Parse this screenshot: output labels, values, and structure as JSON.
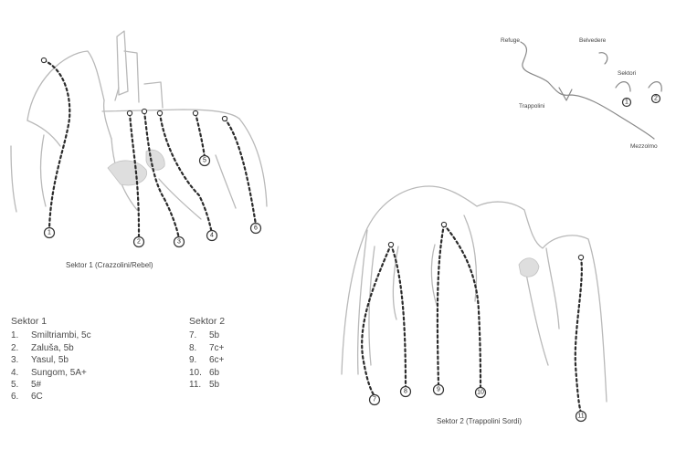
{
  "sector1": {
    "caption": "Sektor 1 (Crazzolini/Rebel)",
    "title": "Sektor 1",
    "routes": [
      {
        "number": "1.",
        "name": "Smiltriambi, 5c",
        "marker": "1"
      },
      {
        "number": "2.",
        "name": "Zaluša, 5b",
        "marker": "2"
      },
      {
        "number": "3.",
        "name": "Yasul, 5b",
        "marker": "3"
      },
      {
        "number": "4.",
        "name": "Sungom, 5A+",
        "marker": "4"
      },
      {
        "number": "5.",
        "name": "5#",
        "marker": "5"
      },
      {
        "number": "6.",
        "name": "6C",
        "marker": "6"
      }
    ]
  },
  "sector2": {
    "caption": "Sektor 2 (Trappolini Sordi)",
    "title": "Sektor 2",
    "routes": [
      {
        "number": "7.",
        "name": "5b",
        "marker": "7"
      },
      {
        "number": "8.",
        "name": "7c+",
        "marker": "8"
      },
      {
        "number": "9.",
        "name": "6c+",
        "marker": "9"
      },
      {
        "number": "10.",
        "name": "6b",
        "marker": "10"
      },
      {
        "number": "11.",
        "name": "5b",
        "marker": "11"
      }
    ]
  },
  "map": {
    "labels": {
      "top_left": "Refuge",
      "top_middle": "Belvedere",
      "middle": "Trappolini",
      "right_middle": "Sektori",
      "bottom_right": "Mezzolmo"
    },
    "markers": [
      "1",
      "2"
    ]
  }
}
